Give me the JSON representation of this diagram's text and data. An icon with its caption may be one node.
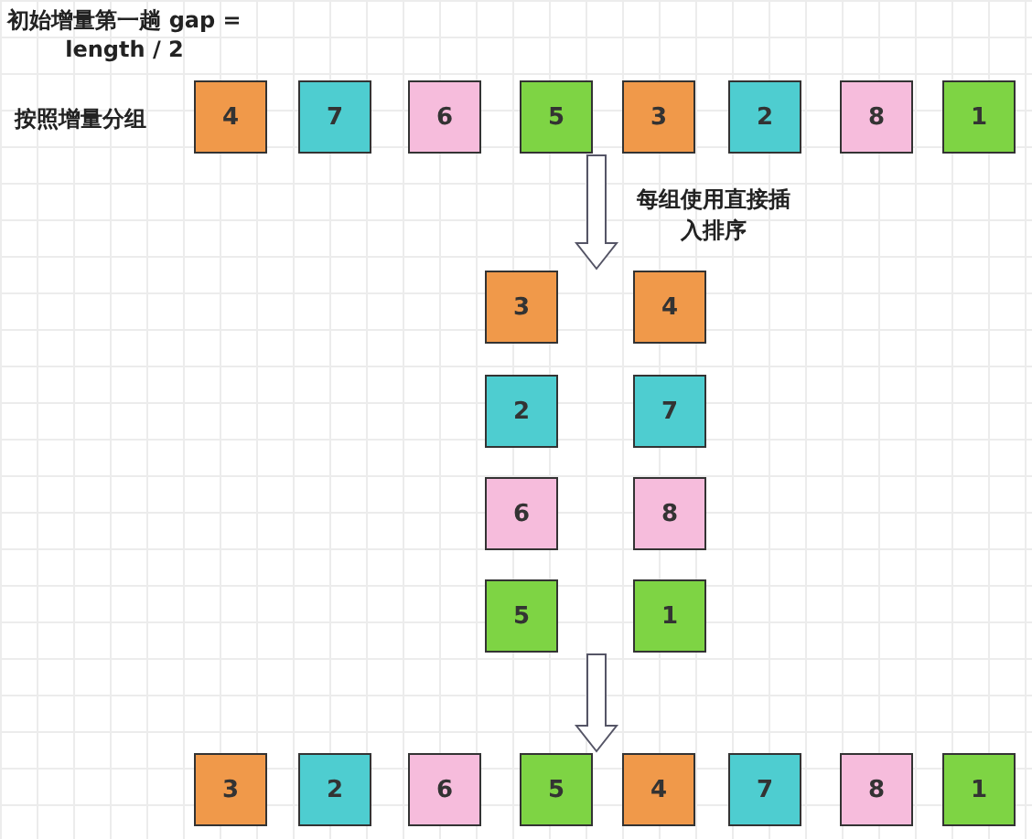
{
  "diagram": {
    "nodes": [
      {
        "text": [
          "4"
        ]
      },
      {
        "text": [
          "7"
        ]
      },
      {
        "text": [
          "6"
        ]
      },
      {
        "text": [
          "5"
        ]
      },
      {
        "text": [
          "3"
        ]
      },
      {
        "text": [
          "2"
        ]
      },
      {
        "text": [
          "8"
        ]
      },
      {
        "text": [
          "1"
        ]
      },
      {
        "text": [
          "3"
        ]
      },
      {
        "text": [
          "4"
        ]
      },
      {
        "text": [
          "2"
        ]
      },
      {
        "text": [
          "7"
        ]
      },
      {
        "text": [
          "6"
        ]
      },
      {
        "text": [
          "8"
        ]
      },
      {
        "text": [
          "5"
        ]
      },
      {
        "text": [
          "1"
        ]
      },
      {
        "text": [
          "3"
        ]
      },
      {
        "text": [
          "2"
        ]
      },
      {
        "text": [
          "6"
        ]
      },
      {
        "text": [
          "5"
        ]
      },
      {
        "text": [
          "4"
        ]
      },
      {
        "text": [
          "7"
        ]
      },
      {
        "text": [
          "8"
        ]
      },
      {
        "text": [
          "1"
        ]
      }
    ],
    "edges": [
      {
        "from": 3,
        "to": 9,
        "arrow": "to"
      },
      {
        "from": 15,
        "to": 19,
        "arrow": "to"
      }
    ],
    "labels": [
      "初始增量第一趟 gap = length / 2",
      "按照增量分组",
      "每组使用直接插入排序"
    ]
  }
}
